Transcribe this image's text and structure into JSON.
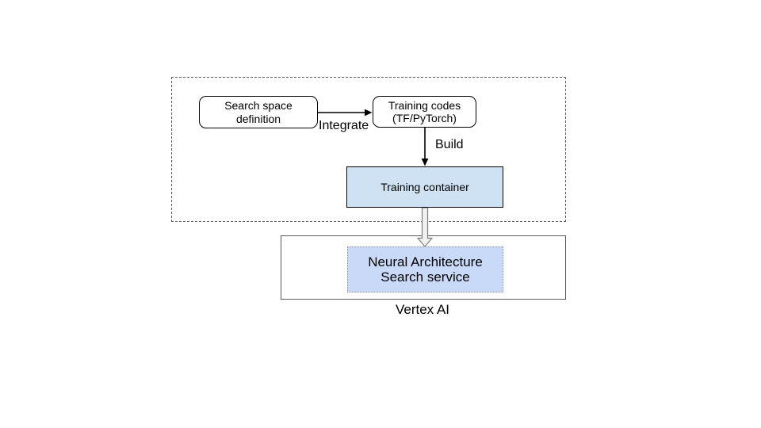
{
  "diagram": {
    "boxes": {
      "search_space": {
        "label": "Search space\ndefinition"
      },
      "training_codes": {
        "label": "Training codes\n(TF/PyTorch)"
      },
      "training_container": {
        "label": "Training container",
        "fill": "#cfe2f3"
      },
      "nas_service": {
        "label": "Neural Architecture\nSearch service",
        "fill": "#c9daf8"
      }
    },
    "arrows": {
      "integrate_label": "Integrate",
      "build_label": "Build"
    },
    "groups": {
      "vertex_ai_label": "Vertex AI"
    },
    "colors": {
      "background": "#ffffff",
      "box_border": "#000000",
      "group_dashed_border": "#5f5f5f",
      "group_solid_border": "#595959",
      "training_container_fill": "#cfe2f3",
      "nas_service_fill": "#c9daf8",
      "nas_service_border": "#8d94a6",
      "connector": "#000000",
      "thick_arrow_fill": "#f1f1f1",
      "thick_arrow_stroke": "#7f7f7f",
      "text": "#000000"
    }
  }
}
